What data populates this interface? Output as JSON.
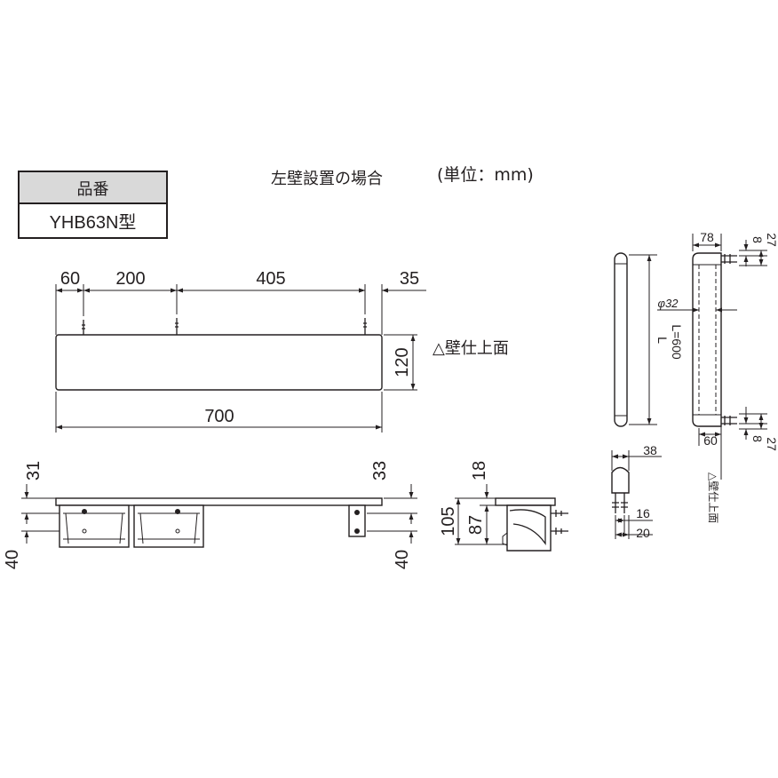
{
  "header": {
    "title": "左壁設置の場合",
    "unit": "(単位：mm)"
  },
  "table": {
    "col_header": "品番",
    "value": "YHB63N型"
  },
  "front_view": {
    "dim_60": "60",
    "dim_200": "200",
    "dim_405": "405",
    "dim_35": "35",
    "dim_120": "120",
    "dim_700": "700",
    "wall_label": "△壁仕上面"
  },
  "bottom_view": {
    "dim_31": "31",
    "dim_40_left": "40",
    "dim_33": "33",
    "dim_40_right": "40"
  },
  "side_view": {
    "dim_18": "18",
    "dim_105": "105",
    "dim_87": "87"
  },
  "grab_bar_detail": {
    "dim_38": "38",
    "dim_16": "16",
    "dim_20": "20"
  },
  "grab_bar": {
    "dim_78": "78",
    "dim_8_top": "8",
    "dim_27_top": "27",
    "dim_phi32": "φ32",
    "dim_L": "L",
    "dim_L600": "L=600",
    "dim_60": "60",
    "dim_8_bottom": "8",
    "dim_27_bottom": "27",
    "wall_label": "△壁仕上面"
  },
  "colors": {
    "table_header_bg": "#d9d9d9",
    "line": "#231f20"
  }
}
